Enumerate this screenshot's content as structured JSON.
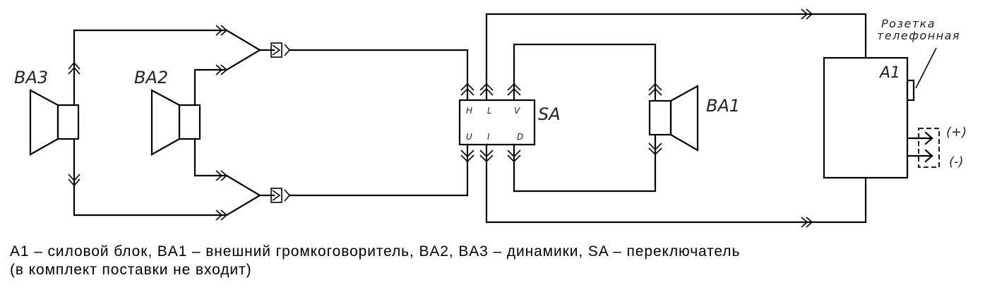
{
  "diagram": {
    "components": {
      "ba3": {
        "label": "BA3"
      },
      "ba2": {
        "label": "BA2"
      },
      "ba1": {
        "label": "BA1"
      },
      "sa": {
        "label": "SA",
        "pins_top": [
          "H",
          "L",
          "V"
        ],
        "pins_bottom": [
          "U",
          "I",
          "D"
        ]
      },
      "a1": {
        "label": "A1"
      },
      "phone_socket": {
        "label_line1": "Розетка",
        "label_line2": "телефонная"
      },
      "terminal_plus": {
        "label": "(+)"
      },
      "terminal_minus": {
        "label": "(-)"
      }
    }
  },
  "caption": {
    "line1": "A1 – силовой блок, BA1 – внешний громкоговоритель, BA2, BA3 – динамики, SA – переключатель",
    "line2": "(в комплект поставки не входит)"
  }
}
